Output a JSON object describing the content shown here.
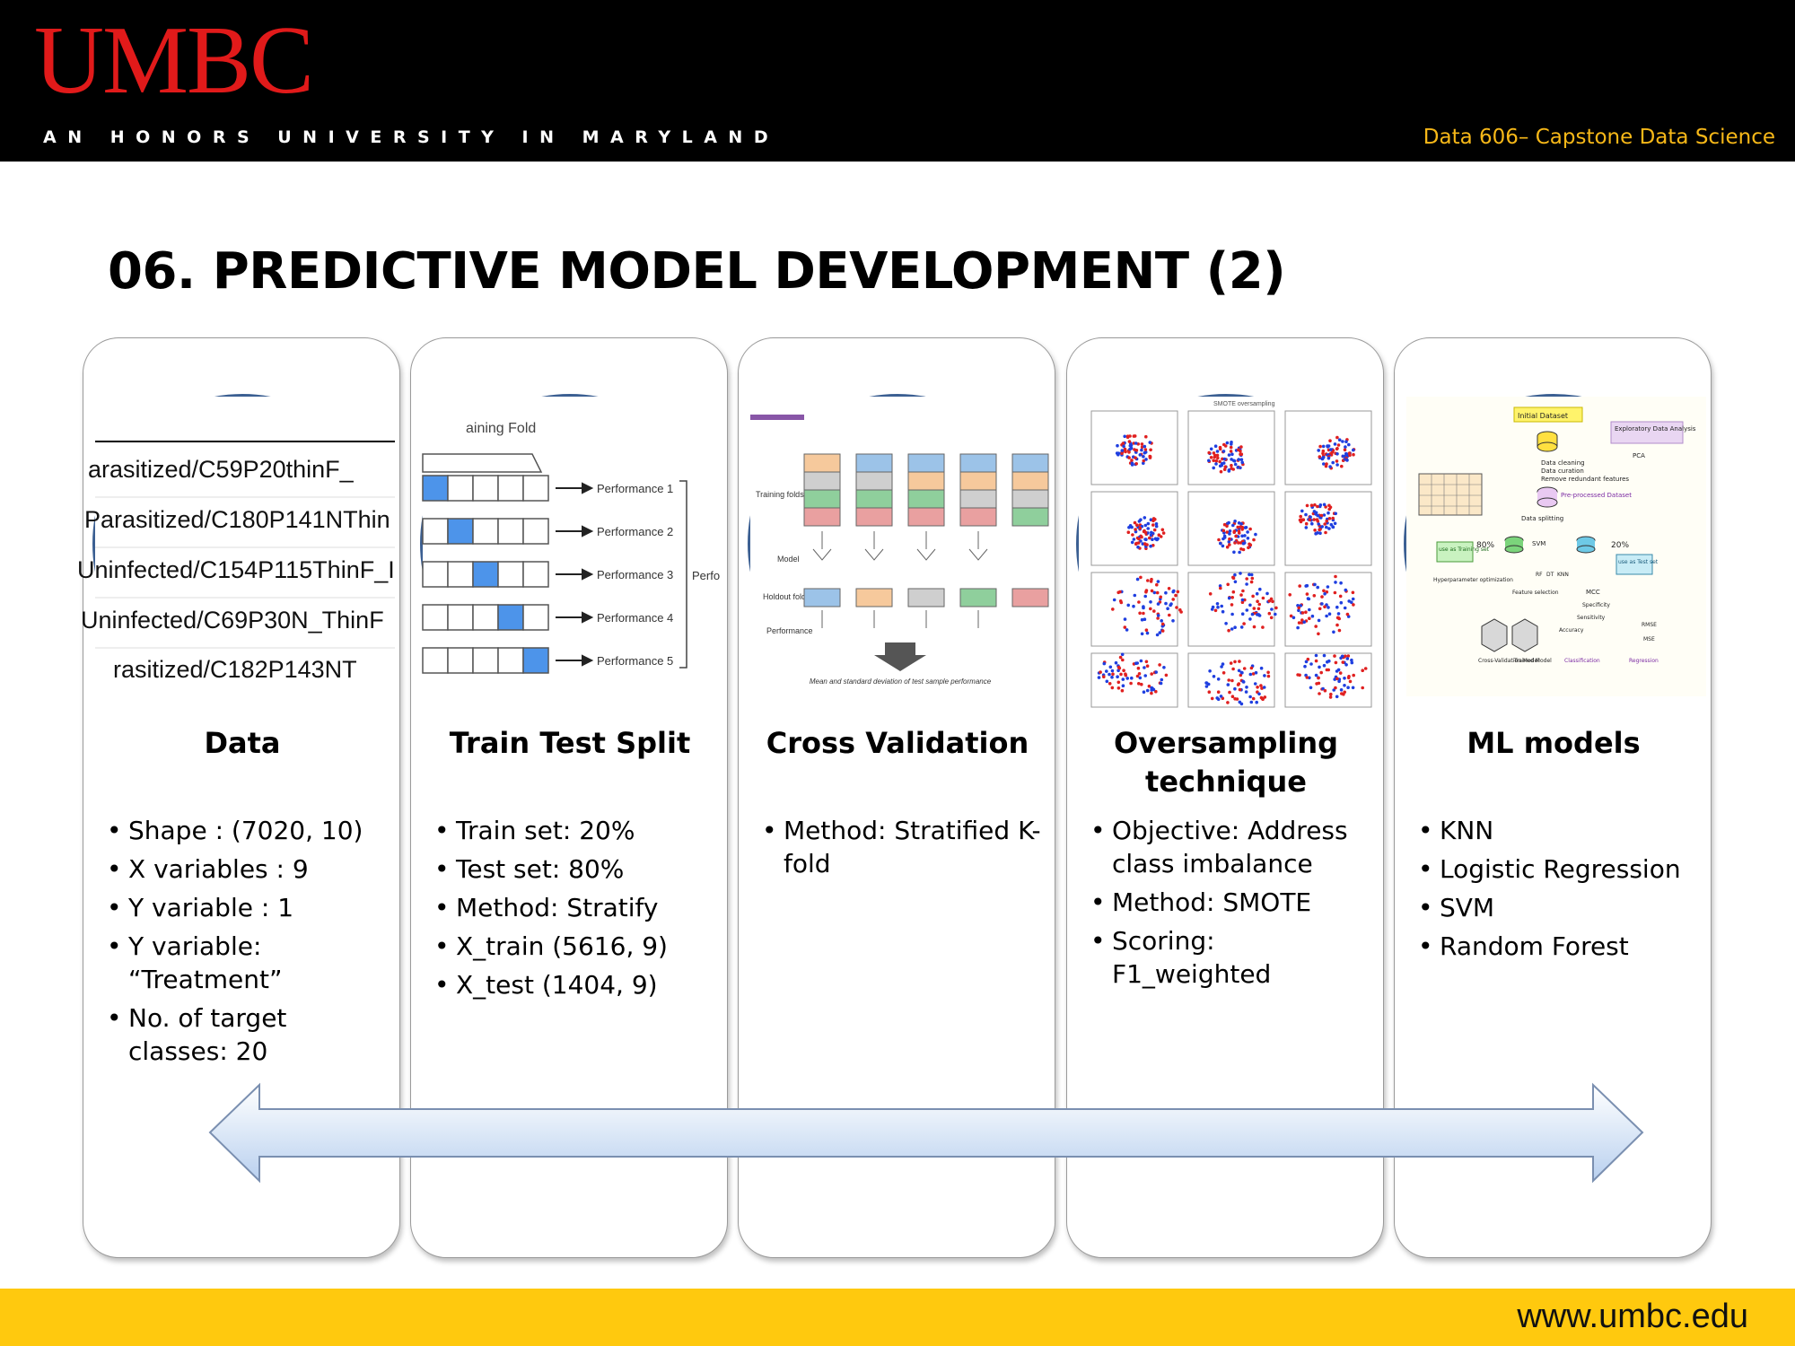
{
  "header": {
    "logo": "UMBC",
    "tagline": "AN HONORS UNIVERSITY IN MARYLAND",
    "course": "Data 606– Capstone Data Science"
  },
  "slide": {
    "title": "06. PREDICTIVE MODEL DEVELOPMENT (2)"
  },
  "cards": [
    {
      "title": "Data",
      "bullets": [
        "Shape : (7020, 10)",
        "X variables : 9",
        "Y variable : 1",
        "Y variable: “Treatment”",
        "No. of target classes: 20"
      ],
      "image": {
        "lines": [
          "arasitized/C59P20thinF_",
          "Parasitized/C180P141NThin",
          "Uninfected/C154P115ThinF_I",
          "Uninfected/C69P30N_ThinF",
          "rasitized/C182P143NT"
        ]
      }
    },
    {
      "title": "Train Test Split",
      "bullets": [
        "Train set: 20%",
        "Test set: 80%",
        "Method: Stratify",
        "X_train (5616, 9)",
        "X_test (1404, 9)"
      ],
      "image": {
        "heading": "aining Fold",
        "perf": [
          "Performance 1",
          "Performance 2",
          "Performance 3",
          "Performance 4",
          "Performance 5"
        ],
        "side": "Perfo"
      }
    },
    {
      "title": "Cross Validation",
      "bullets": [
        "Method: Stratified K-fold"
      ],
      "image": {
        "labels": [
          "Training folds",
          "Model",
          "Holdout fold",
          "Performance"
        ],
        "caption": "Mean and standard deviation of test sample performance"
      }
    },
    {
      "title": "Oversampling technique",
      "bullets": [
        "Objective: Address class imbalance",
        "Method: SMOTE",
        "Scoring: F1_weighted"
      ],
      "image": {
        "heading": "SMOTE oversampling"
      }
    },
    {
      "title": "ML models",
      "bullets": [
        "KNN",
        "Logistic Regression",
        "SVM",
        "Random Forest"
      ],
      "image": {
        "labels": [
          "Initial Dataset",
          "Exploratory Data Analysis",
          "PCA",
          "Data cleaning",
          "Data curation",
          "Remove redundant features",
          "Pre-processed Dataset",
          "Data splitting",
          "80%",
          "20%",
          "use as Training set",
          "use as Test set",
          "SVM",
          "RF",
          "DT",
          "KNN",
          "Hyperparameter optimization",
          "Feature selection",
          "MCC",
          "Specificity",
          "Sensitivity",
          "Accuracy",
          "RMSE",
          "MSE",
          "Cross-Validation Model",
          "Trained Model",
          "Classification",
          "Regression"
        ]
      }
    }
  ],
  "footer": {
    "url": "www.umbc.edu"
  },
  "colors": {
    "header_bg": "#000000",
    "logo_red": "#e11a1a",
    "course_gold": "#f7b818",
    "footer_gold": "#ffc90e",
    "circle_border": "#3b5f92"
  }
}
